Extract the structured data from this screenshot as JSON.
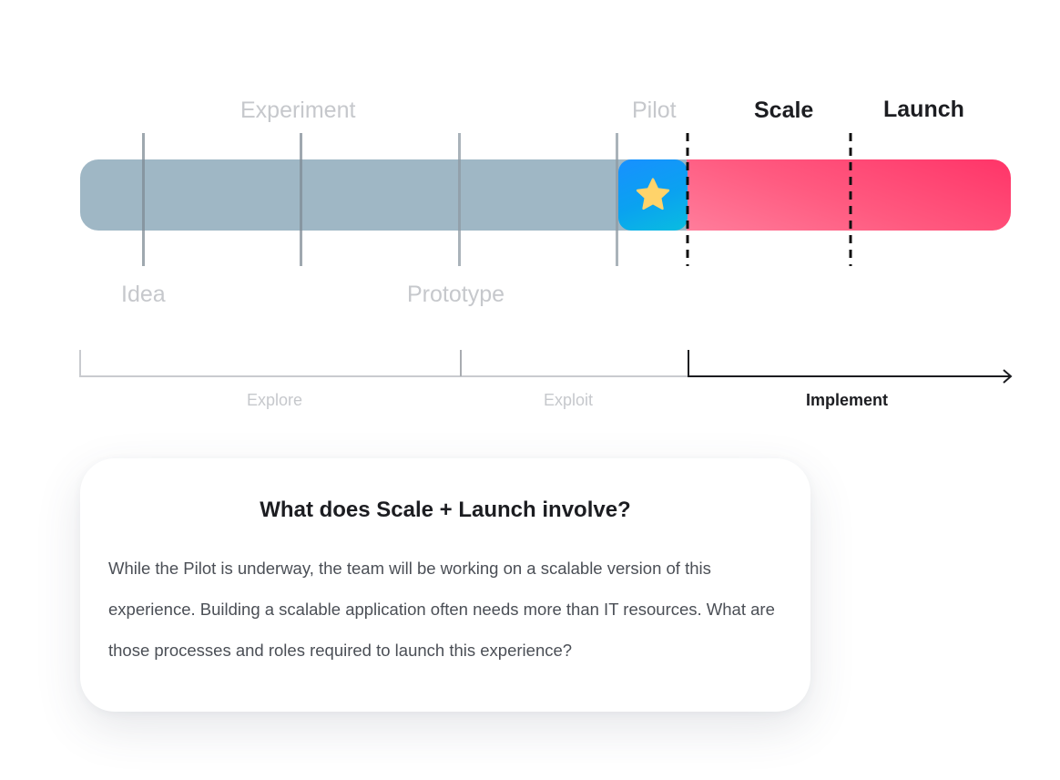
{
  "stages": {
    "experiment": "Experiment",
    "pilot": "Pilot",
    "scale": "Scale",
    "launch": "Launch",
    "idea": "Idea",
    "prototype": "Prototype"
  },
  "phases": {
    "explore": "Explore",
    "exploit": "Exploit",
    "implement": "Implement"
  },
  "milestone_icon": "star-icon",
  "colors": {
    "grey_bar": "#9fb7c5",
    "red_bar": "#ff4471",
    "star_tile": "#1890ff",
    "star": "#ffd36a"
  },
  "card": {
    "title": "What does Scale + Launch involve?",
    "body": " While the Pilot is underway, the team will be working on a scalable version of this experience. Building a scalable application often needs more than IT resources. What are those processes and roles required to launch this experience?"
  }
}
